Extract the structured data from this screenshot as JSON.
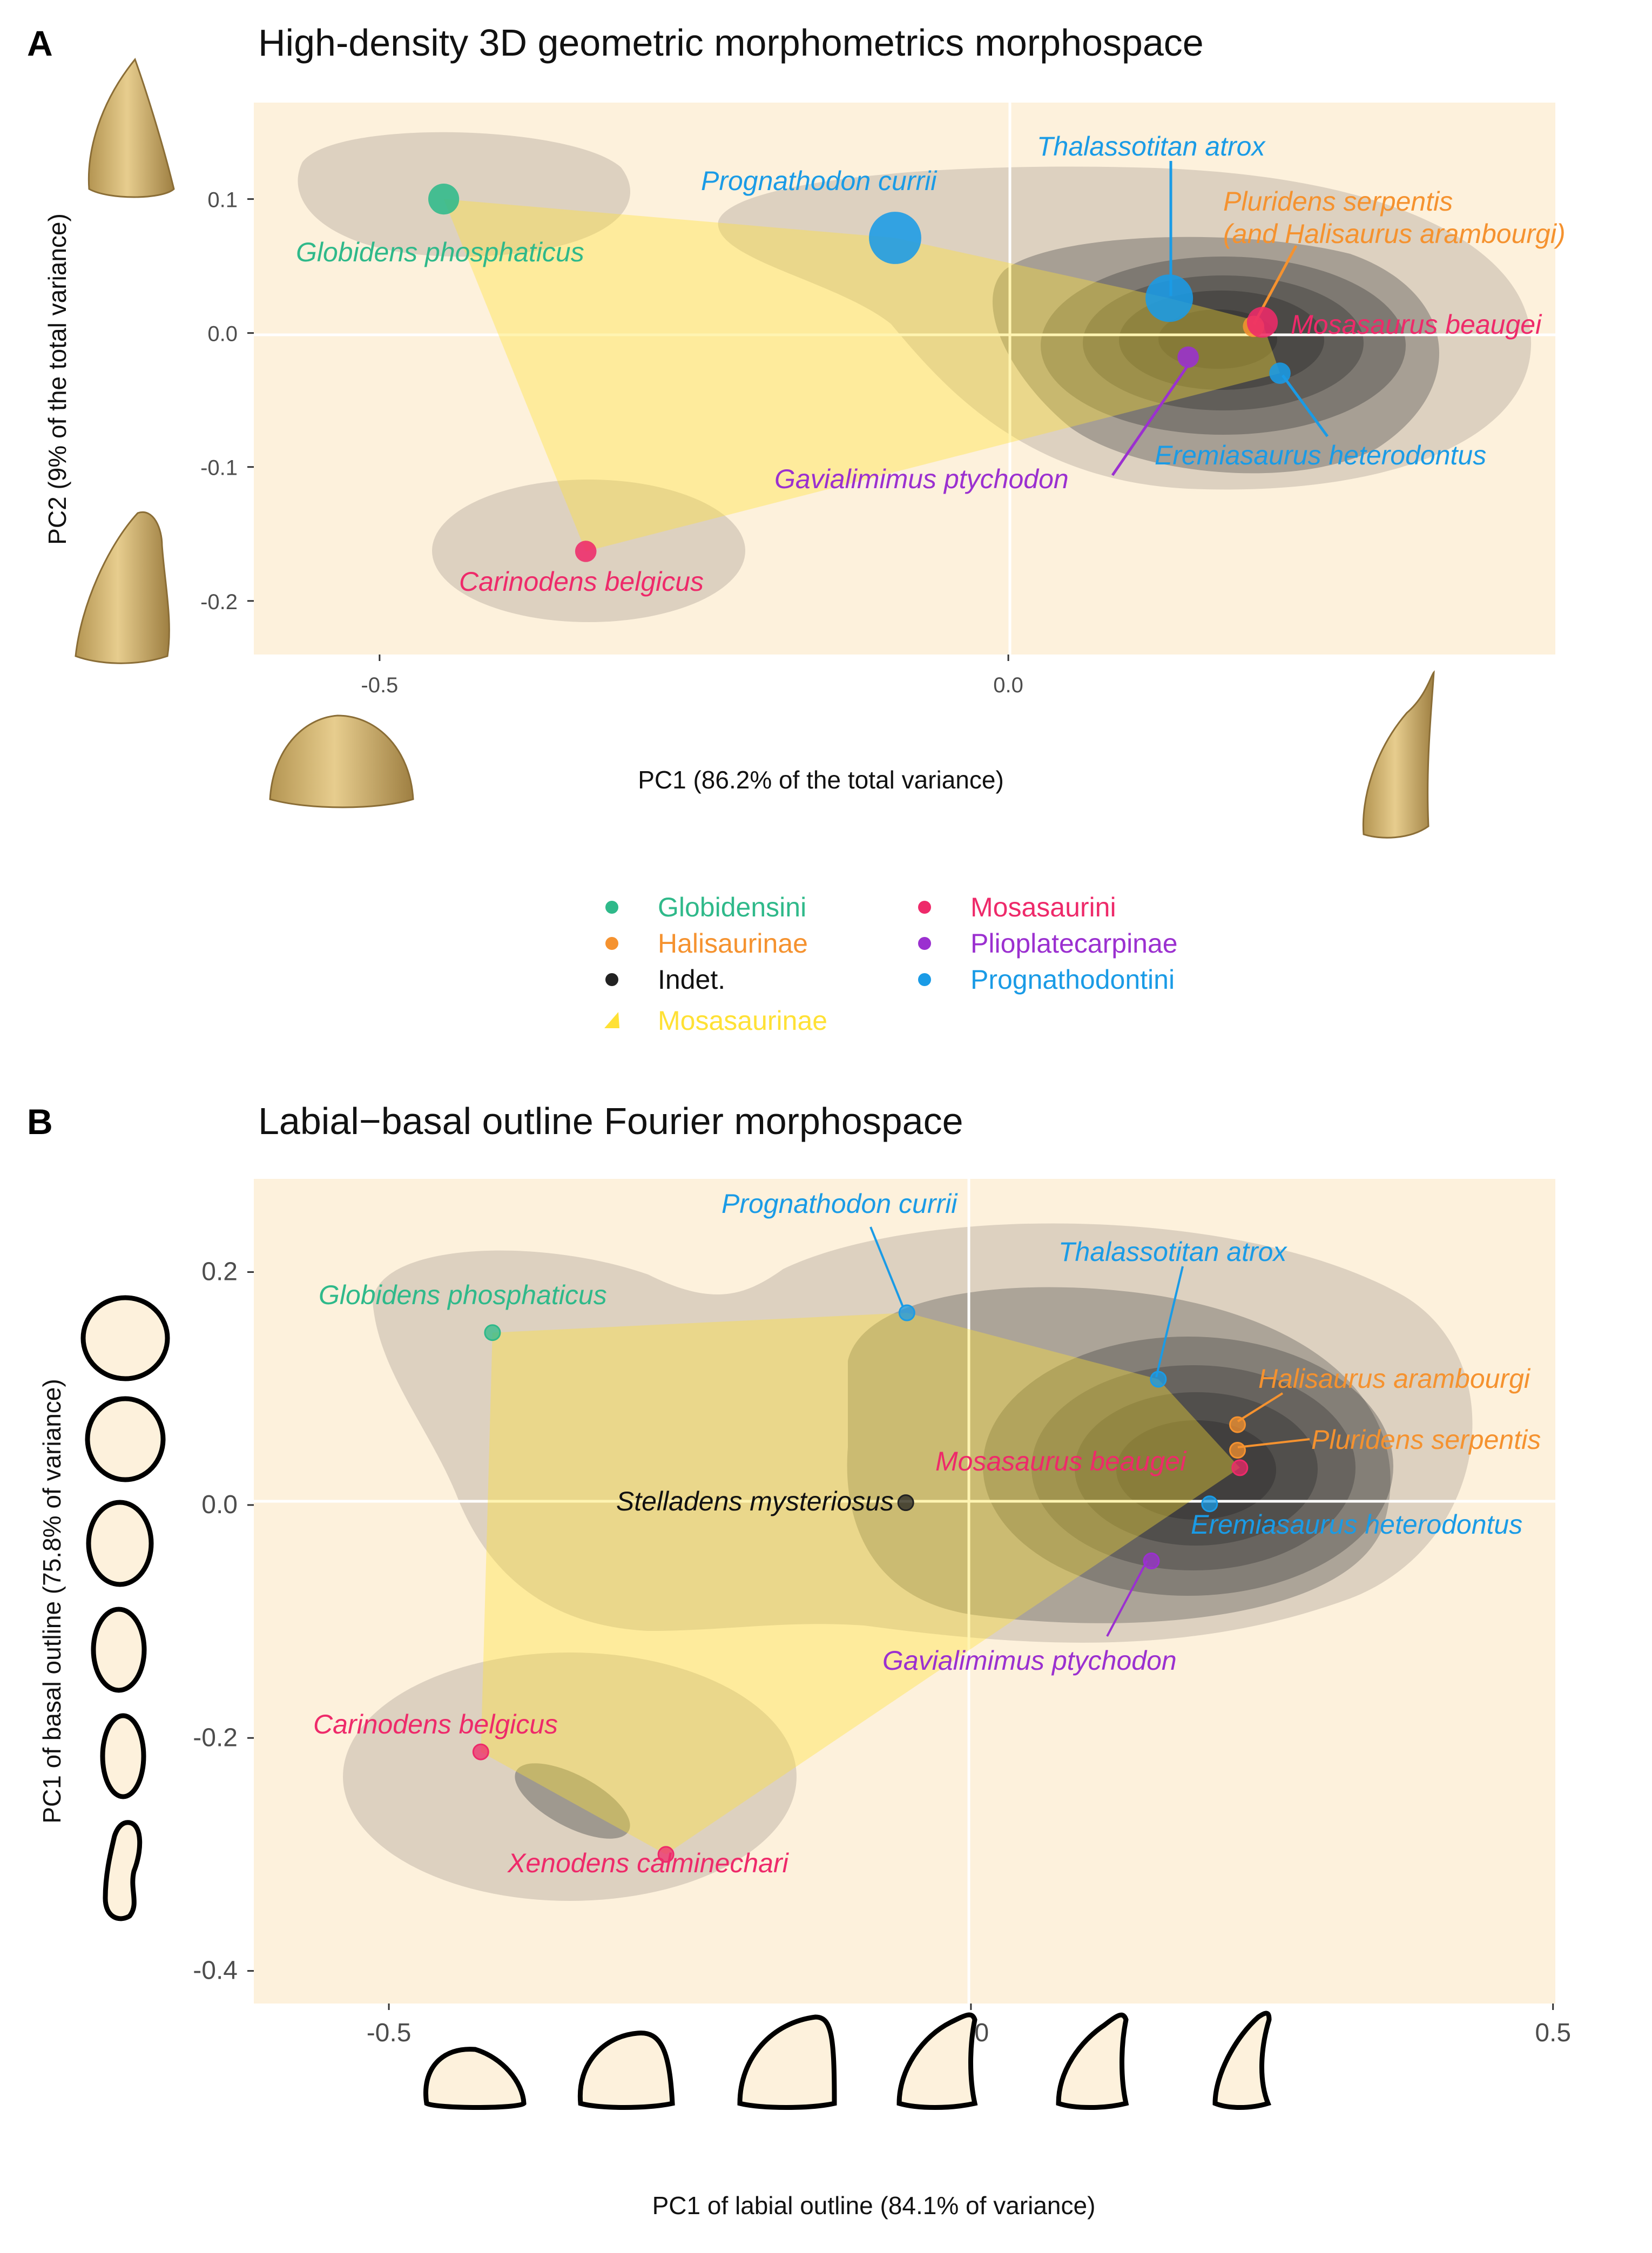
{
  "colors": {
    "Globidensini": "#2fb98a",
    "Halisaurinae": "#f5922f",
    "Indet.": "#222222",
    "Mosasaurini": "#ee2a6a",
    "Plioplatecarpinae": "#9b30d0",
    "Prognathodontini": "#1a9be6",
    "Mosasaurinae": "#ffe135",
    "panel_bg": "#fdf1dc"
  },
  "panels": [
    {
      "letter": "A",
      "title": "High-density 3D geometric morphometrics morphospace",
      "xlabel": "PC1 (86.2% of the total variance)",
      "ylabel": "PC2 (9% of the total variance)"
    },
    {
      "letter": "B",
      "title": "Labial−basal outline Fourier morphospace",
      "xlabel": "PC1 of labial outline (84.1% of variance)",
      "ylabel": "PC1 of basal outline (75.8% of variance)"
    }
  ],
  "legend": {
    "items": [
      {
        "label": "Globidensini",
        "group": "Globidensini",
        "shape": "dot"
      },
      {
        "label": "Halisaurinae",
        "group": "Halisaurinae",
        "shape": "dot"
      },
      {
        "label": "Indet.",
        "group": "Indet.",
        "shape": "dot"
      },
      {
        "label": "Mosasaurinae",
        "group": "Mosasaurinae",
        "shape": "triangle"
      },
      {
        "label": "Mosasaurini",
        "group": "Mosasaurini",
        "shape": "dot"
      },
      {
        "label": "Plioplatecarpinae",
        "group": "Plioplatecarpinae",
        "shape": "dot"
      },
      {
        "label": "Prognathodontini",
        "group": "Prognathodontini",
        "shape": "dot"
      }
    ]
  },
  "chart_data": [
    {
      "type": "scatter",
      "title": "High-density 3D geometric morphometrics morphospace",
      "xlabel": "PC1 (86.2% of the total variance)",
      "ylabel": "PC2 (9% of the total variance)",
      "xlim": [
        -0.6,
        0.435
      ],
      "ylim": [
        -0.24,
        0.172
      ],
      "xticks": [
        -0.5,
        0.0
      ],
      "xtick_labels": [
        "-0.5",
        "0.0"
      ],
      "yticks": [
        0.1,
        0.0,
        -0.1,
        -0.2
      ],
      "ytick_labels": [
        "0.1",
        "0.0",
        "-0.1",
        "-0.2"
      ],
      "points": [
        {
          "label": "Globidens phosphaticus",
          "group": "Globidensini",
          "x": -0.449,
          "y": 0.1,
          "size": 1.3
        },
        {
          "label": "Prognathodon currii",
          "group": "Prognathodontini",
          "x": -0.09,
          "y": 0.071,
          "size": 2.2
        },
        {
          "label": "Thalassotitan atrox",
          "group": "Prognathodontini",
          "x": 0.128,
          "y": 0.026,
          "size": 2.0
        },
        {
          "label": "Pluridens serpentis\n(and Halisaurus arambourgi)",
          "group": "Halisaurinae",
          "x": 0.195,
          "y": 0.005,
          "size": 0.9
        },
        {
          "label": "Mosasaurus beaugei",
          "group": "Mosasaurini",
          "x": 0.202,
          "y": 0.008,
          "size": 1.3
        },
        {
          "label": "Eremiasaurus heterodontus",
          "group": "Prognathodontini",
          "x": 0.216,
          "y": -0.03,
          "size": 0.9
        },
        {
          "label": "Gavialimimus ptychodon",
          "group": "Plioplatecarpinae",
          "x": 0.143,
          "y": -0.018,
          "size": 0.9
        },
        {
          "label": "Carinodens belgicus",
          "group": "Mosasaurini",
          "x": -0.336,
          "y": -0.163,
          "size": 0.9
        }
      ],
      "hull_group": "Mosasaurinae",
      "hull": [
        [
          -0.449,
          0.1
        ],
        [
          -0.09,
          0.071
        ],
        [
          0.128,
          0.026
        ],
        [
          0.202,
          0.008
        ],
        [
          0.216,
          -0.03
        ],
        [
          -0.336,
          -0.163
        ]
      ]
    },
    {
      "type": "scatter",
      "title": "Labial−basal outline Fourier morphospace",
      "xlabel": "PC1 of labial outline (84.1% of variance)",
      "ylabel": "PC1 of basal outline (75.8% of variance)",
      "xlim": [
        -0.616,
        0.502
      ],
      "ylim": [
        -0.428,
        0.28
      ],
      "xticks": [
        -0.5,
        0.0,
        0.5
      ],
      "xtick_labels": [
        "-0.5",
        "0.0",
        "0.5"
      ],
      "yticks": [
        0.2,
        0.0,
        -0.2,
        -0.4
      ],
      "ytick_labels": [
        "0.2",
        "0.0",
        "-0.2",
        "-0.4"
      ],
      "points": [
        {
          "label": "Globidens phosphaticus",
          "group": "Globidensini",
          "x": -0.411,
          "y": 0.148
        },
        {
          "label": "Prognathodon currii",
          "group": "Prognathodontini",
          "x": -0.055,
          "y": 0.165
        },
        {
          "label": "Thalassotitan atrox",
          "group": "Prognathodontini",
          "x": 0.161,
          "y": 0.108
        },
        {
          "label": "Halisaurus arambourgi",
          "group": "Halisaurinae",
          "x": 0.229,
          "y": 0.069
        },
        {
          "label": "Pluridens serpentis",
          "group": "Halisaurinae",
          "x": 0.229,
          "y": 0.047
        },
        {
          "label": "Mosasaurus beaugei",
          "group": "Mosasaurini",
          "x": 0.231,
          "y": 0.032
        },
        {
          "label": "Eremiasaurus heterodontus",
          "group": "Prognathodontini",
          "x": 0.205,
          "y": 0.001
        },
        {
          "label": "Stelladens mysteriosus",
          "group": "Indet.",
          "x": -0.056,
          "y": 0.002
        },
        {
          "label": "Gavialimimus ptychodon",
          "group": "Plioplatecarpinae",
          "x": 0.155,
          "y": -0.048
        },
        {
          "label": "Carinodens belgicus",
          "group": "Mosasaurini",
          "x": -0.421,
          "y": -0.212
        },
        {
          "label": "Xenodens calminechari",
          "group": "Mosasaurini",
          "x": -0.262,
          "y": -0.3
        }
      ],
      "hull_group": "Mosasaurinae",
      "hull": [
        [
          -0.411,
          0.148
        ],
        [
          -0.055,
          0.165
        ],
        [
          0.161,
          0.108
        ],
        [
          0.231,
          0.032
        ],
        [
          -0.262,
          -0.3
        ],
        [
          -0.421,
          -0.212
        ]
      ]
    }
  ]
}
